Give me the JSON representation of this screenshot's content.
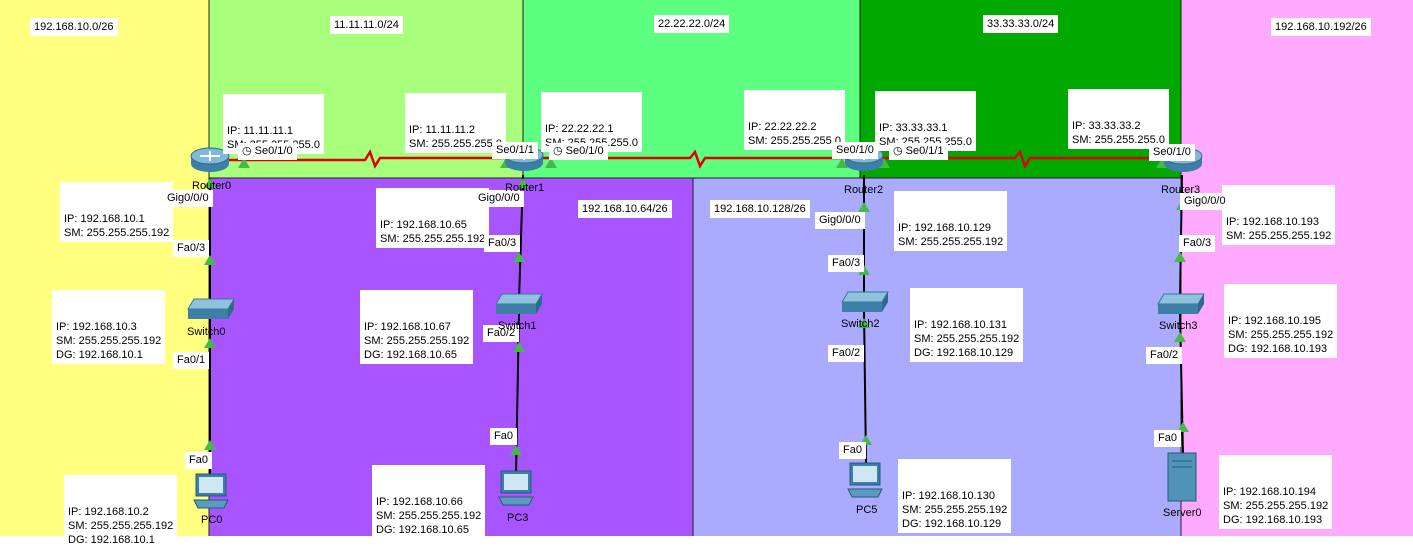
{
  "colors": {
    "lan0": "#ffff80",
    "wan1": "#a8ff7c",
    "wan2": "#5cff80",
    "wan3": "#00a800",
    "lan4": "#ffaaff",
    "lan1": "#a855ff",
    "lan2": "#aaaaff",
    "serial_link": "#e00000",
    "port_up": "#44bb44"
  },
  "networks": {
    "lan0": "192.168.10.0/26",
    "wan1": "11.11.11.0/24",
    "wan2": "22.22.22.0/24",
    "wan3": "33.33.33.0/24",
    "lan4": "192.168.10.192/26",
    "lan1": "192.168.10.64/26",
    "lan2": "192.168.10.128/26"
  },
  "devices": {
    "router0": "Router0",
    "router1": "Router1",
    "router2": "Router2",
    "router3": "Router3",
    "switch0": "Switch0",
    "switch1": "Switch1",
    "switch2": "Switch2",
    "switch3": "Switch3",
    "pc0": "PC0",
    "pc3": "PC3",
    "pc5": "PC5",
    "server0": "Server0"
  },
  "ports": {
    "r0_se": "Se0/1/0",
    "r1_se11": "Se0/1/1",
    "r1_se10": "Se0/1/0",
    "r2_se10": "Se0/1/0",
    "r2_se11": "Se0/1/1",
    "r3_se10": "Se0/1/0",
    "r0_gig": "Gig0/0/0",
    "r1_gig": "Gig0/0/0",
    "r2_gig": "Gig0/0/0",
    "r3_gig": "Gig0/0/0",
    "s0_fa3": "Fa0/3",
    "s0_fa1": "Fa0/1",
    "pc0_fa0": "Fa0",
    "s1_fa3": "Fa0/3",
    "s1_fa2": "Fa0/2",
    "pc3_fa0": "Fa0",
    "s2_fa3": "Fa0/3",
    "s2_fa2": "Fa0/2",
    "pc5_fa0": "Fa0",
    "s3_fa3": "Fa0/3",
    "s3_fa2": "Fa0/2",
    "srv_fa0": "Fa0"
  },
  "addresses": {
    "r0_se": [
      "IP: 11.11.11.1",
      "SM: 255.255.255.0"
    ],
    "r1_se11": [
      "IP: 11.11.11.2",
      "SM: 255.255.255.0"
    ],
    "r1_se10": [
      "IP: 22.22.22.1",
      "SM: 255.255.255.0"
    ],
    "r2_se10": [
      "IP: 22.22.22.2",
      "SM: 255.255.255.0"
    ],
    "r2_se11": [
      "IP: 33.33.33.1",
      "SM: 255.255.255.0"
    ],
    "r3_se10": [
      "IP: 33.33.33.2",
      "SM: 255.255.255.0"
    ],
    "r0_gig": [
      "IP: 192.168.10.1",
      "SM: 255.255.255.192"
    ],
    "r1_gig": [
      "IP: 192.168.10.65",
      "SM: 255.255.255.192"
    ],
    "r2_gig": [
      "IP: 192.168.10.129",
      "SM: 255.255.255.192"
    ],
    "r3_gig": [
      "IP: 192.168.10.193",
      "SM: 255.255.255.192"
    ],
    "switch0": [
      "IP: 192.168.10.3",
      "SM: 255.255.255.192",
      "DG: 192.168.10.1"
    ],
    "switch1": [
      "IP: 192.168.10.67",
      "SM: 255.255.255.192",
      "DG: 192.168.10.65"
    ],
    "switch2": [
      "IP: 192.168.10.131",
      "SM: 255.255.255.192",
      "DG: 192.168.10.129"
    ],
    "switch3": [
      "IP: 192.168.10.195",
      "SM: 255.255.255.192",
      "DG: 192.168.10.193"
    ],
    "pc0": [
      "IP: 192.168.10.2",
      "SM: 255.255.255.192",
      "DG: 192.168.10.1"
    ],
    "pc3": [
      "IP: 192.168.10.66",
      "SM: 255.255.255.192",
      "DG: 192.168.10.65"
    ],
    "pc5": [
      "IP: 192.168.10.130",
      "SM: 255.255.255.192",
      "DG: 192.168.10.129"
    ],
    "server0": [
      "IP: 192.168.10.194",
      "SM: 255.255.255.192",
      "DG: 192.168.10.193"
    ]
  }
}
